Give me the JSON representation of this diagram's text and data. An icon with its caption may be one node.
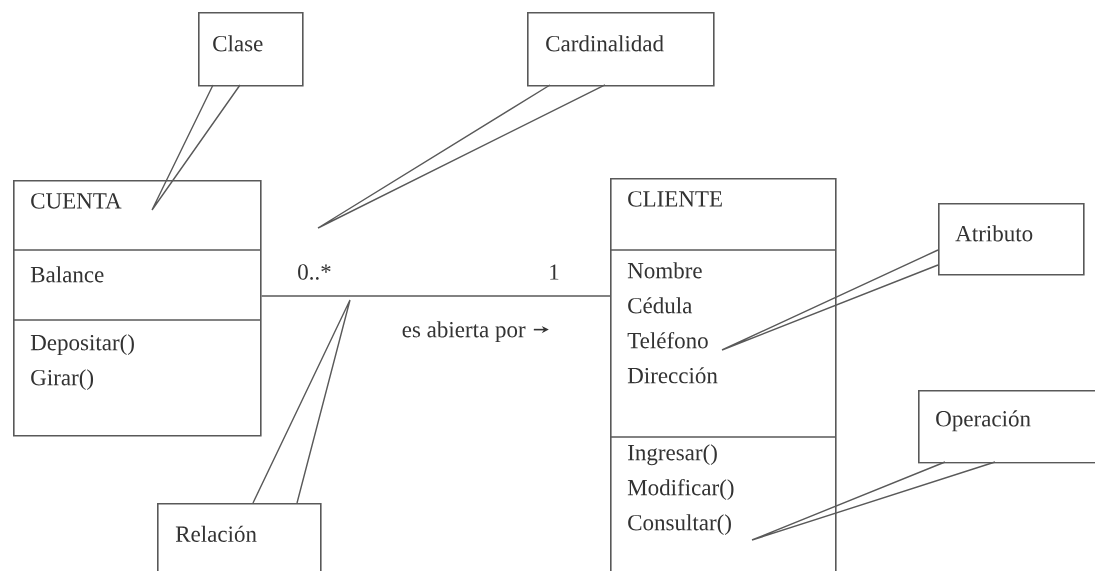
{
  "diagram": {
    "nodes": [
      {
        "text": [
          "CUENTA",
          "Balance",
          "Depositar() Girar()"
        ]
      },
      {
        "text": [
          "CLIENTE",
          "Nombre Cédula Teléfono Dirección",
          "Ingresar() Modificar() Consultar()"
        ]
      },
      {
        "text": [
          "Clase"
        ]
      },
      {
        "text": [
          "Cardinalidad"
        ]
      },
      {
        "text": [
          "Relación"
        ]
      },
      {
        "text": [
          "Atributo"
        ]
      },
      {
        "text": [
          "Operación"
        ]
      }
    ],
    "edges": [
      {
        "from": 0,
        "to": 1,
        "arrow": "none",
        "label": "es abierta por"
      },
      {
        "from": 2,
        "to": 0,
        "arrow": "none"
      },
      {
        "from": 3,
        "to": null,
        "arrow": "none"
      },
      {
        "from": 4,
        "to": null,
        "arrow": "none"
      },
      {
        "from": 5,
        "to": 1,
        "arrow": "none"
      },
      {
        "from": 6,
        "to": 1,
        "arrow": "none"
      }
    ],
    "labels": [
      "0..*",
      "1"
    ]
  }
}
